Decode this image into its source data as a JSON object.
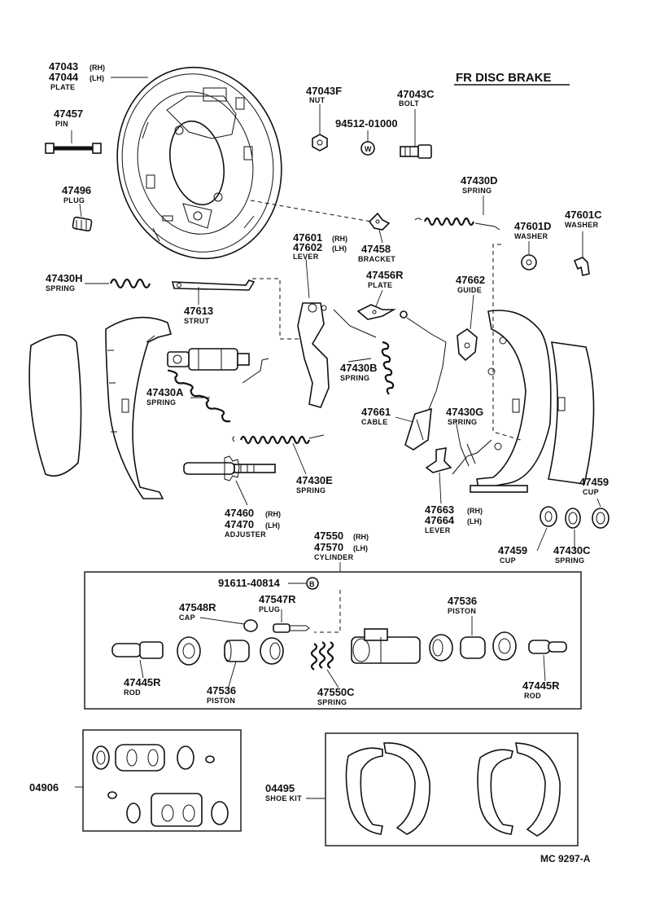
{
  "title": "FR DISC BRAKE",
  "footer_code": "MC 9297-A",
  "parts": {
    "plate": {
      "num1": "47043",
      "sfx1": "(RH)",
      "num2": "47044",
      "sfx2": "(LH)",
      "name": "PLATE"
    },
    "pin": {
      "num": "47457",
      "name": "PIN"
    },
    "plug_47496": {
      "num": "47496",
      "name": "PLUG"
    },
    "nut": {
      "num": "47043F",
      "name": "NUT"
    },
    "washer_94512": {
      "num": "94512-01000"
    },
    "bolt": {
      "num": "47043C",
      "name": "BOLT"
    },
    "spring_d": {
      "num": "47430D",
      "name": "SPRING"
    },
    "lever_47601": {
      "num1": "47601",
      "sfx1": "(RH)",
      "num2": "47602",
      "sfx2": "(LH)",
      "name": "LEVER"
    },
    "bracket": {
      "num": "47458",
      "name": "BRACKET"
    },
    "washer_d": {
      "num": "47601D",
      "name": "WASHER"
    },
    "washer_c": {
      "num": "47601C",
      "name": "WASHER"
    },
    "spring_h": {
      "num": "47430H",
      "name": "SPRING"
    },
    "strut": {
      "num": "47613",
      "name": "STRUT"
    },
    "plate_r": {
      "num": "47456R",
      "name": "PLATE"
    },
    "guide": {
      "num": "47662",
      "name": "GUIDE"
    },
    "spring_b": {
      "num": "47430B",
      "name": "SPRING"
    },
    "spring_a": {
      "num": "47430A",
      "name": "SPRING"
    },
    "cable": {
      "num": "47661",
      "name": "CABLE"
    },
    "spring_g": {
      "num": "47430G",
      "name": "SPRING"
    },
    "spring_e": {
      "num": "47430E",
      "name": "SPRING"
    },
    "adjuster": {
      "num1": "47460",
      "sfx1": "(RH)",
      "num2": "47470",
      "sfx2": "(LH)",
      "name": "ADJUSTER"
    },
    "lever_47663": {
      "num1": "47663",
      "sfx1": "(RH)",
      "num2": "47664",
      "sfx2": "(LH)",
      "name": "LEVER"
    },
    "cup_top": {
      "num": "47459",
      "name": "CUP"
    },
    "cup_bottom": {
      "num": "47459",
      "name": "CUP"
    },
    "spring_c": {
      "num": "47430C",
      "name": "SPRING"
    },
    "cylinder": {
      "num1": "47550",
      "sfx1": "(RH)",
      "num2": "47570",
      "sfx2": "(LH)",
      "name": "CYLINDER"
    },
    "bolt_91611": {
      "num": "91611-40814",
      "badge": "B"
    },
    "cap": {
      "num": "47548R",
      "name": "CAP"
    },
    "plug_47547": {
      "num": "47547R",
      "name": "PLUG"
    },
    "piston_right": {
      "num": "47536",
      "name": "PISTON"
    },
    "rod_left": {
      "num": "47445R",
      "name": "ROD"
    },
    "piston_left": {
      "num": "47536",
      "name": "PISTON"
    },
    "spring_550c": {
      "num": "47550C",
      "name": "SPRING"
    },
    "rod_right": {
      "num": "47445R",
      "name": "ROD"
    },
    "kit_04906": {
      "num": "04906"
    },
    "shoe_kit": {
      "num": "04495",
      "name": "SHOE KIT"
    }
  }
}
